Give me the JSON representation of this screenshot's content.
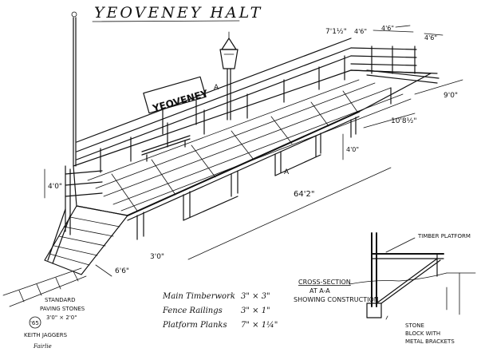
{
  "title": "YEOVENEY HALT",
  "station_sign": "YEOVENEY",
  "section_marker": "A",
  "dimensions": {
    "fence_height": "4'0\"",
    "gap_width": "7'1½\"",
    "post_spacing_1": "4'6\"",
    "post_spacing_2": "4'6\"",
    "ramp_end": "4'6\"",
    "platform_width": "9'0\"",
    "deck_depth": "10'8½\"",
    "trestle_height": "4'0\"",
    "platform_length": "64'2\"",
    "ramp_width": "6'6\"",
    "ramp_offset": "3'0\""
  },
  "paving_note": [
    "STANDARD",
    "PAVING STONES",
    "3'0\" × 2'0\""
  ],
  "specs": [
    {
      "label": "Main Timberwork",
      "value": "3\" × 3\""
    },
    {
      "label": "Fence Railings",
      "value": "3\" × 1\""
    },
    {
      "label": "Platform Planks",
      "value": "7\" × 1¼\""
    }
  ],
  "cross_section": {
    "title": "CROSS-SECTION",
    "line2": "AT A-A",
    "line3": "SHOWING CONSTRUCTION",
    "timber_label": "TIMBER PLATFORM",
    "stone_label": [
      "STONE",
      "BLOCK WITH",
      "METAL BRACKETS"
    ]
  },
  "signature": {
    "mark": "'65",
    "name": "KEITH JAGGERS",
    "place": "Fairlie"
  }
}
